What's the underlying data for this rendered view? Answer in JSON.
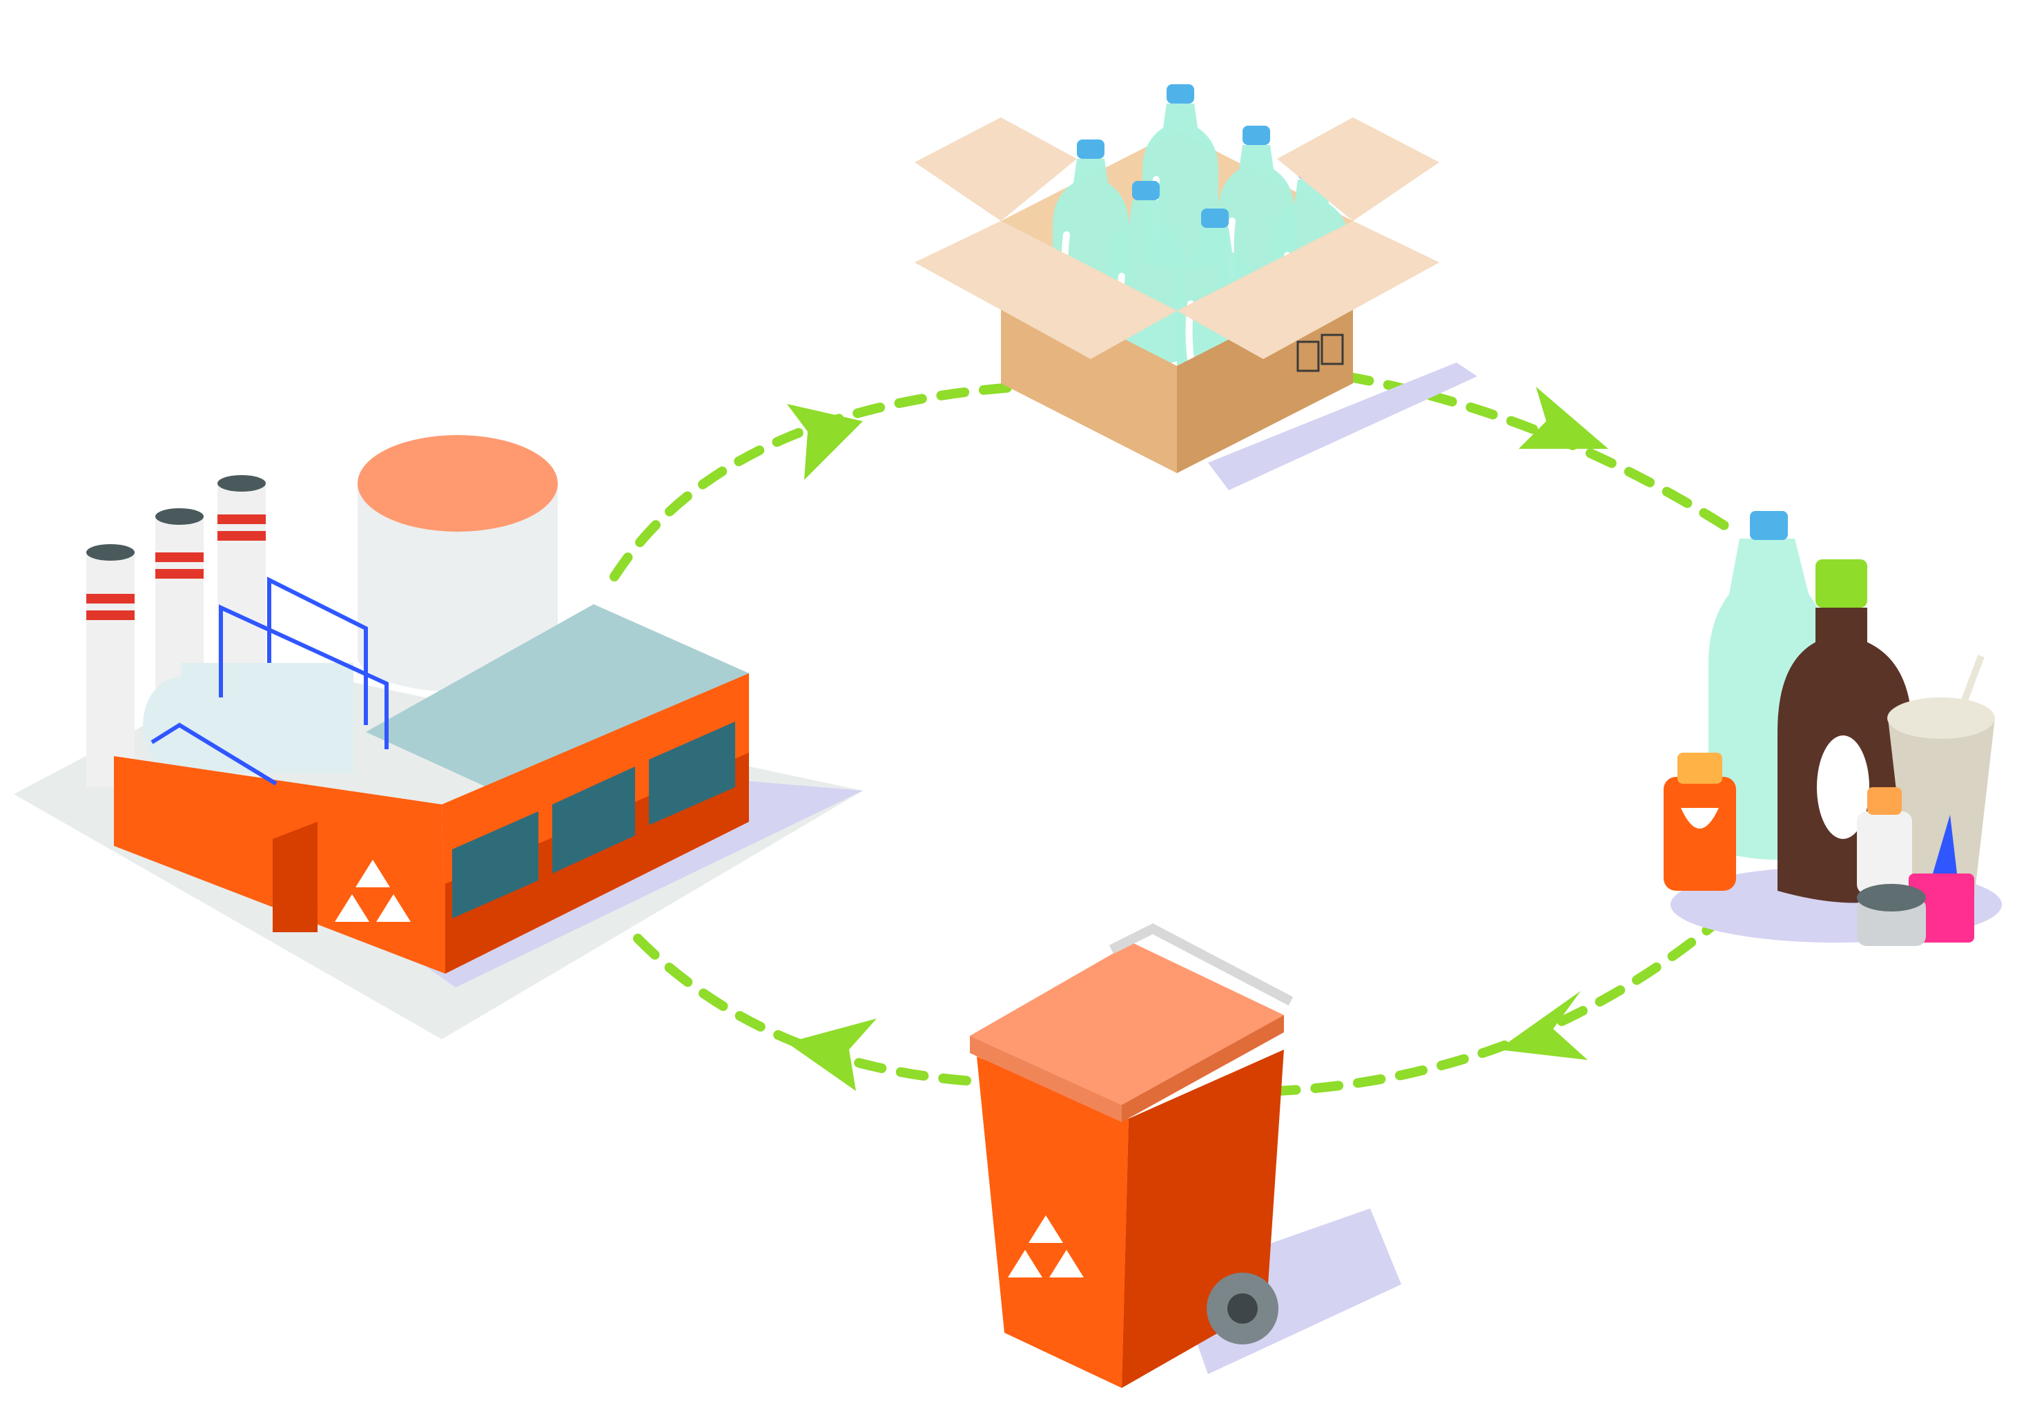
{
  "diagram": {
    "nodes": [
      {
        "id": "box",
        "icon": "bottle-box-icon"
      },
      {
        "id": "bottles",
        "icon": "plastic-containers-icon"
      },
      {
        "id": "bin",
        "icon": "recycling-bin-icon"
      },
      {
        "id": "factory",
        "icon": "recycling-factory-icon"
      }
    ],
    "edges": [
      {
        "from": "factory",
        "to": "box"
      },
      {
        "from": "box",
        "to": "bottles"
      },
      {
        "from": "bottles",
        "to": "bin"
      },
      {
        "from": "bin",
        "to": "factory"
      }
    ],
    "colors": {
      "arrow": "#8fdc2a",
      "orange": "#ff5f0f",
      "orange_dark": "#d63f00",
      "salmon": "#ff9a70",
      "shadow": "#d5d3f2",
      "cardboard": "#e6b47f",
      "cardboard_light": "#f5dcc2",
      "bottle": "#a8f0dc",
      "cap": "#4fb3ea",
      "roof": "#6a9a99"
    }
  }
}
